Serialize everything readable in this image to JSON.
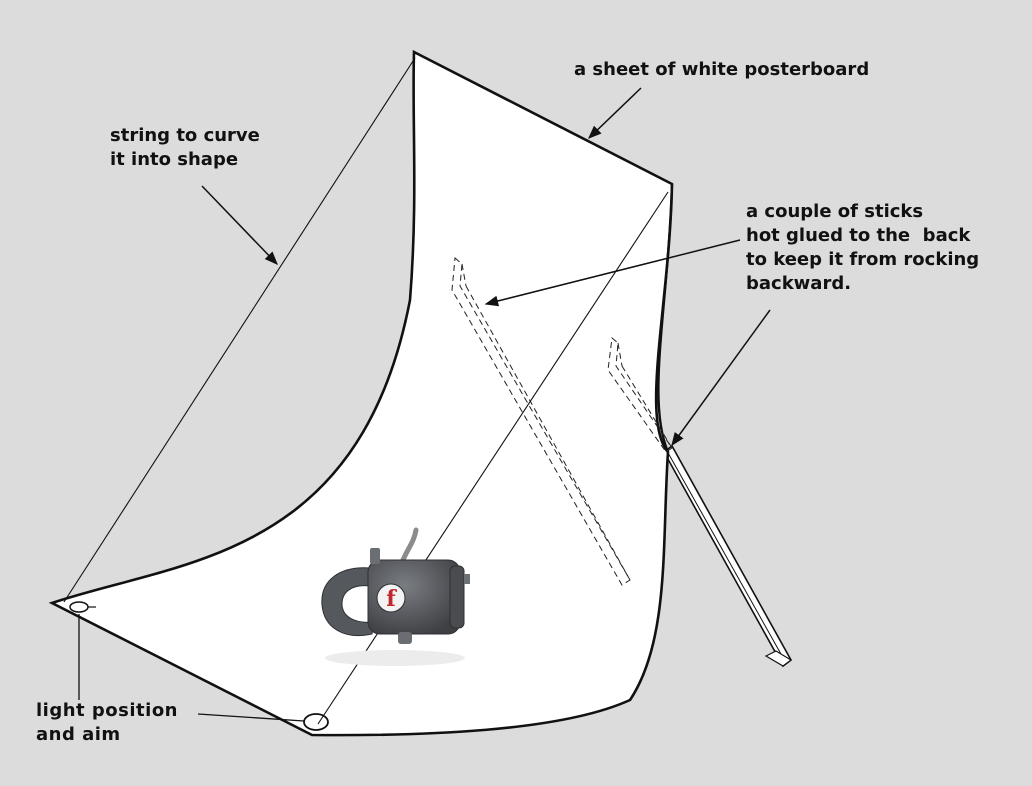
{
  "labels": {
    "posterboard": "a sheet of white posterboard",
    "string": [
      "string to curve",
      "it into shape"
    ],
    "sticks": [
      "a couple of sticks",
      "hot glued to the  back",
      "to keep it from rocking",
      "backward."
    ],
    "light": [
      "light position",
      "and aim"
    ]
  },
  "flash_logo": "f",
  "colors": {
    "background": "#dcdcdc",
    "posterboard": "#ffffff",
    "outline": "#111111",
    "flash_body": "#55585c",
    "flash_logo": "#c0282d"
  }
}
